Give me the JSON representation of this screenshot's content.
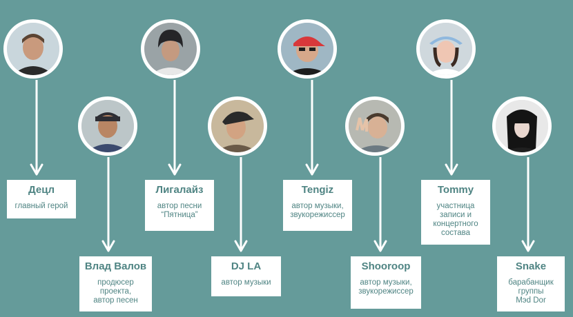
{
  "colors": {
    "background": "#659b9a",
    "accent": "#4f8483",
    "card": "#ffffff",
    "arrow": "#ffffff"
  },
  "people": [
    {
      "id": "detsl",
      "name": "Децл",
      "role": "главный герой",
      "icon": "portrait-icon"
    },
    {
      "id": "valov",
      "name": "Влад Валов",
      "role": "продюсер\nпроекта,\nавтор песен",
      "icon": "portrait-icon"
    },
    {
      "id": "ligalize",
      "name": "Лигалайз",
      "role": "автор песни\n“Пятница”",
      "icon": "portrait-icon"
    },
    {
      "id": "djla",
      "name": "DJ LA",
      "role": "автор музыки",
      "icon": "portrait-icon"
    },
    {
      "id": "tengiz",
      "name": "Tengiz",
      "role": "автор музыки,\nзвукорежиссер",
      "icon": "portrait-icon"
    },
    {
      "id": "shooroop",
      "name": "Shooroop",
      "role": "автор музыки,\nзвукорежиссер",
      "icon": "portrait-icon"
    },
    {
      "id": "tommy",
      "name": "Tommy",
      "role": "участница\nзаписи и\nконцертного\nсостава",
      "icon": "portrait-icon"
    },
    {
      "id": "snake",
      "name": "Snake",
      "role": "барабанщик\nгруппы\nMэd Dor",
      "icon": "portrait-icon"
    }
  ]
}
